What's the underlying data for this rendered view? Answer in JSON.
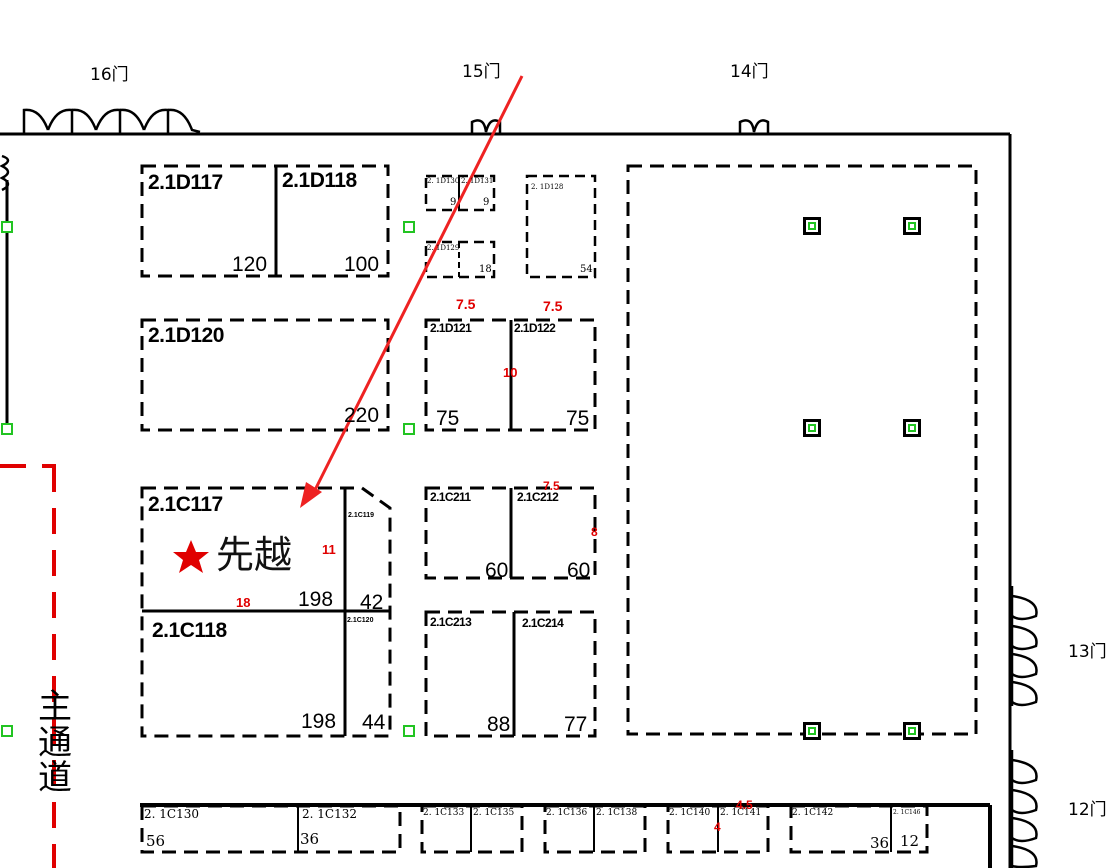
{
  "doors": {
    "d16": "16门",
    "d15": "15门",
    "d14": "14门",
    "d13": "13门",
    "d12": "12门"
  },
  "aisle": {
    "label_1": "主",
    "label_2": "通",
    "label_3": "道"
  },
  "highlight": {
    "star_color": "#e00000",
    "name": "先越",
    "arrow_color": "#ee2222"
  },
  "booths": {
    "d117": {
      "id": "2.1D117",
      "area": "120"
    },
    "d118": {
      "id": "2.1D118",
      "area": "100"
    },
    "d120": {
      "id": "2.1D120",
      "area": "220"
    },
    "d130": {
      "id": "2. 1D130",
      "area": "9"
    },
    "d131": {
      "id": "2. 1D131",
      "area": "9"
    },
    "d129": {
      "id": "2. 1D129",
      "area": "18"
    },
    "d128": {
      "id": "2. 1D128",
      "area": "54"
    },
    "d121": {
      "id": "2.1D121",
      "area": "75"
    },
    "d122": {
      "id": "2.1D122",
      "area": "75"
    },
    "c117": {
      "id": "2.1C117",
      "area": "198"
    },
    "c118": {
      "id": "2.1C118",
      "area": "198"
    },
    "c119": {
      "id": "2.1C119",
      "area": "42"
    },
    "c120": {
      "id": "2.1C120",
      "area": "44"
    },
    "c211": {
      "id": "2.1C211",
      "area": "60"
    },
    "c212": {
      "id": "2.1C212",
      "area": "60"
    },
    "c213": {
      "id": "2.1C213",
      "area": "88"
    },
    "c214": {
      "id": "2.1C214",
      "area": "77"
    },
    "c130": {
      "id": "2. 1C130",
      "area": "56"
    },
    "c132": {
      "id": "2. 1C132",
      "area": "36"
    },
    "c133": {
      "id": "2. 1C133"
    },
    "c135": {
      "id": "2. 1C135"
    },
    "c136": {
      "id": "2. 1C136"
    },
    "c138": {
      "id": "2. 1C138"
    },
    "c140": {
      "id": "2. 1C140"
    },
    "c141": {
      "id": "2. 1C141"
    },
    "c142": {
      "id": "2. 1C142",
      "area": "36"
    },
    "c146": {
      "id": "2. 1C146",
      "area": "12"
    }
  },
  "dimensions": {
    "top_left": "7.5",
    "top_right": "7.5",
    "mid_d": "10",
    "c212_top": "7.5",
    "c212_side": "8",
    "c117_side": "11",
    "c117_bottom": "18",
    "c141_top": "4.5",
    "c141_side": "4"
  },
  "colors": {
    "red": "#e00000",
    "pillar_green": "#22c422"
  }
}
